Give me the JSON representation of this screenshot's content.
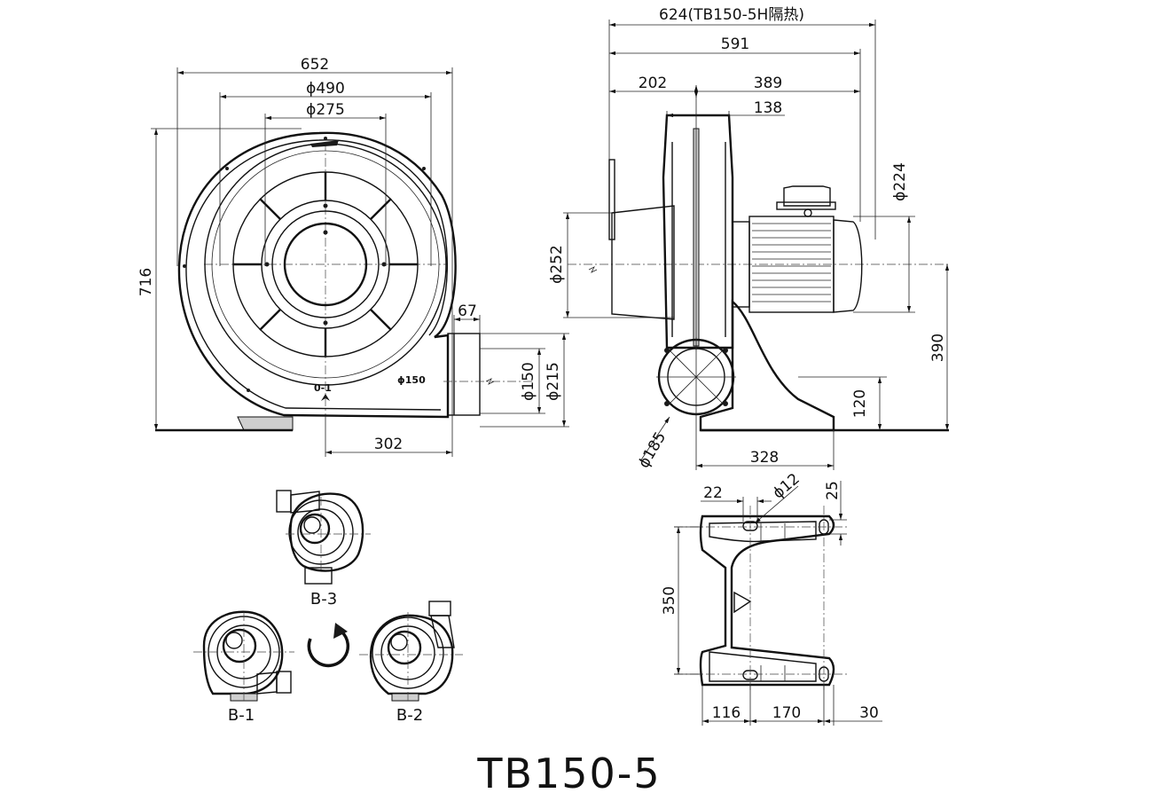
{
  "front_view": {
    "width": "652",
    "outer_dia": "ϕ490",
    "inner_dia": "ϕ275",
    "height": "716",
    "outlet_offset": "67",
    "outlet_inner": "ϕ150",
    "outlet_outer": "ϕ215",
    "base": "302",
    "outlet_label": "ϕ150",
    "rotation_mark": "0-1"
  },
  "side_view": {
    "total_insulated": "624(TB150-5H隔热)",
    "total": "591",
    "left": "202",
    "right": "389",
    "fan_width": "138",
    "motor_dia": "ϕ224",
    "inlet_dia": "ϕ252",
    "center_height": "390",
    "outlet_height": "120",
    "flange_dia": "ϕ185",
    "foot": "328"
  },
  "base_view": {
    "slot_width": "22",
    "hole_dia": "ϕ12",
    "edge": "25",
    "depth": "350",
    "left_offset": "116",
    "hole_spacing": "170",
    "right_offset": "30"
  },
  "orientations": {
    "b1": "B-1",
    "b2": "B-2",
    "b3": "B-3"
  },
  "model": "TB150-5"
}
